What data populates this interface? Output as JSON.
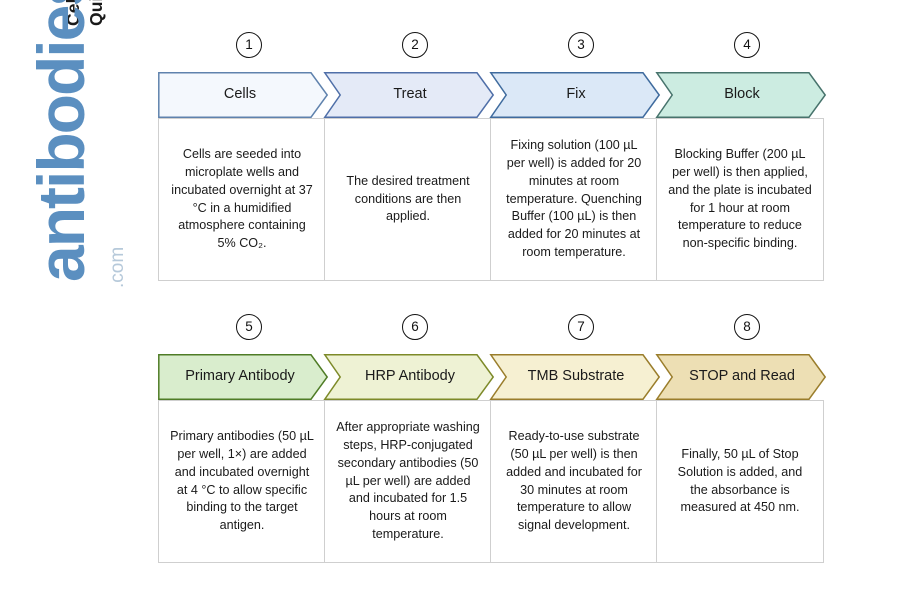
{
  "title": {
    "line": "Cell Based ELISA Kits\nQuick Protocol"
  },
  "watermark": {
    "word": "antibodies",
    "suffix": ".com",
    "word_color": "#5b8fc0",
    "suffix_color": "#b6c9da"
  },
  "rows": [
    {
      "name": "row-1",
      "steps": [
        {
          "number": "1",
          "label": "Cells",
          "fill": "#f4f8fd",
          "stroke": "#5f82ad",
          "description": "Cells are seeded into microplate wells and incubated overnight at 37 °C in a humidified atmosphere containing 5% CO₂."
        },
        {
          "number": "2",
          "label": "Treat",
          "fill": "#e4eaf7",
          "stroke": "#4f6fa8",
          "description": "The desired treatment conditions are then applied."
        },
        {
          "number": "3",
          "label": "Fix",
          "fill": "#dbe8f7",
          "stroke": "#3f6b9e",
          "description": "Fixing solution (100 µL per well) is added for 20 minutes at room temperature. Quenching Buffer (100 µL) is then added for 20 minutes at room temperature."
        },
        {
          "number": "4",
          "label": "Block",
          "fill": "#ccece1",
          "stroke": "#47736c",
          "description": "Blocking Buffer (200 µL per well) is then applied, and the plate is incubated for 1 hour at room temperature to reduce non-specific binding."
        }
      ]
    },
    {
      "name": "row-2",
      "steps": [
        {
          "number": "5",
          "label": "Primary Antibody",
          "fill": "#d9edcd",
          "stroke": "#4f7c26",
          "description": "Primary antibodies (50 µL per well, 1×) are added and incubated overnight at 4 °C to allow specific binding to the target antigen."
        },
        {
          "number": "6",
          "label": "HRP Antibody",
          "fill": "#eef2d4",
          "stroke": "#7d8a29",
          "description": "After appropriate washing steps, HRP-conjugated secondary antibodies (50 µL per well) are added and incubated for 1.5 hours at room temperature."
        },
        {
          "number": "7",
          "label": "TMB Substrate",
          "fill": "#f6f0d2",
          "stroke": "#9a7d2b",
          "description": "Ready-to-use substrate (50 µL per well) is then added and incubated for 30 minutes at room temperature to allow signal development."
        },
        {
          "number": "8",
          "label": "STOP and Read",
          "fill": "#eddfb4",
          "stroke": "#9a7d2b",
          "description": "Finally, 50 µL of Stop Solution is added, and the absorbance is measured at 450 nm."
        }
      ]
    }
  ]
}
